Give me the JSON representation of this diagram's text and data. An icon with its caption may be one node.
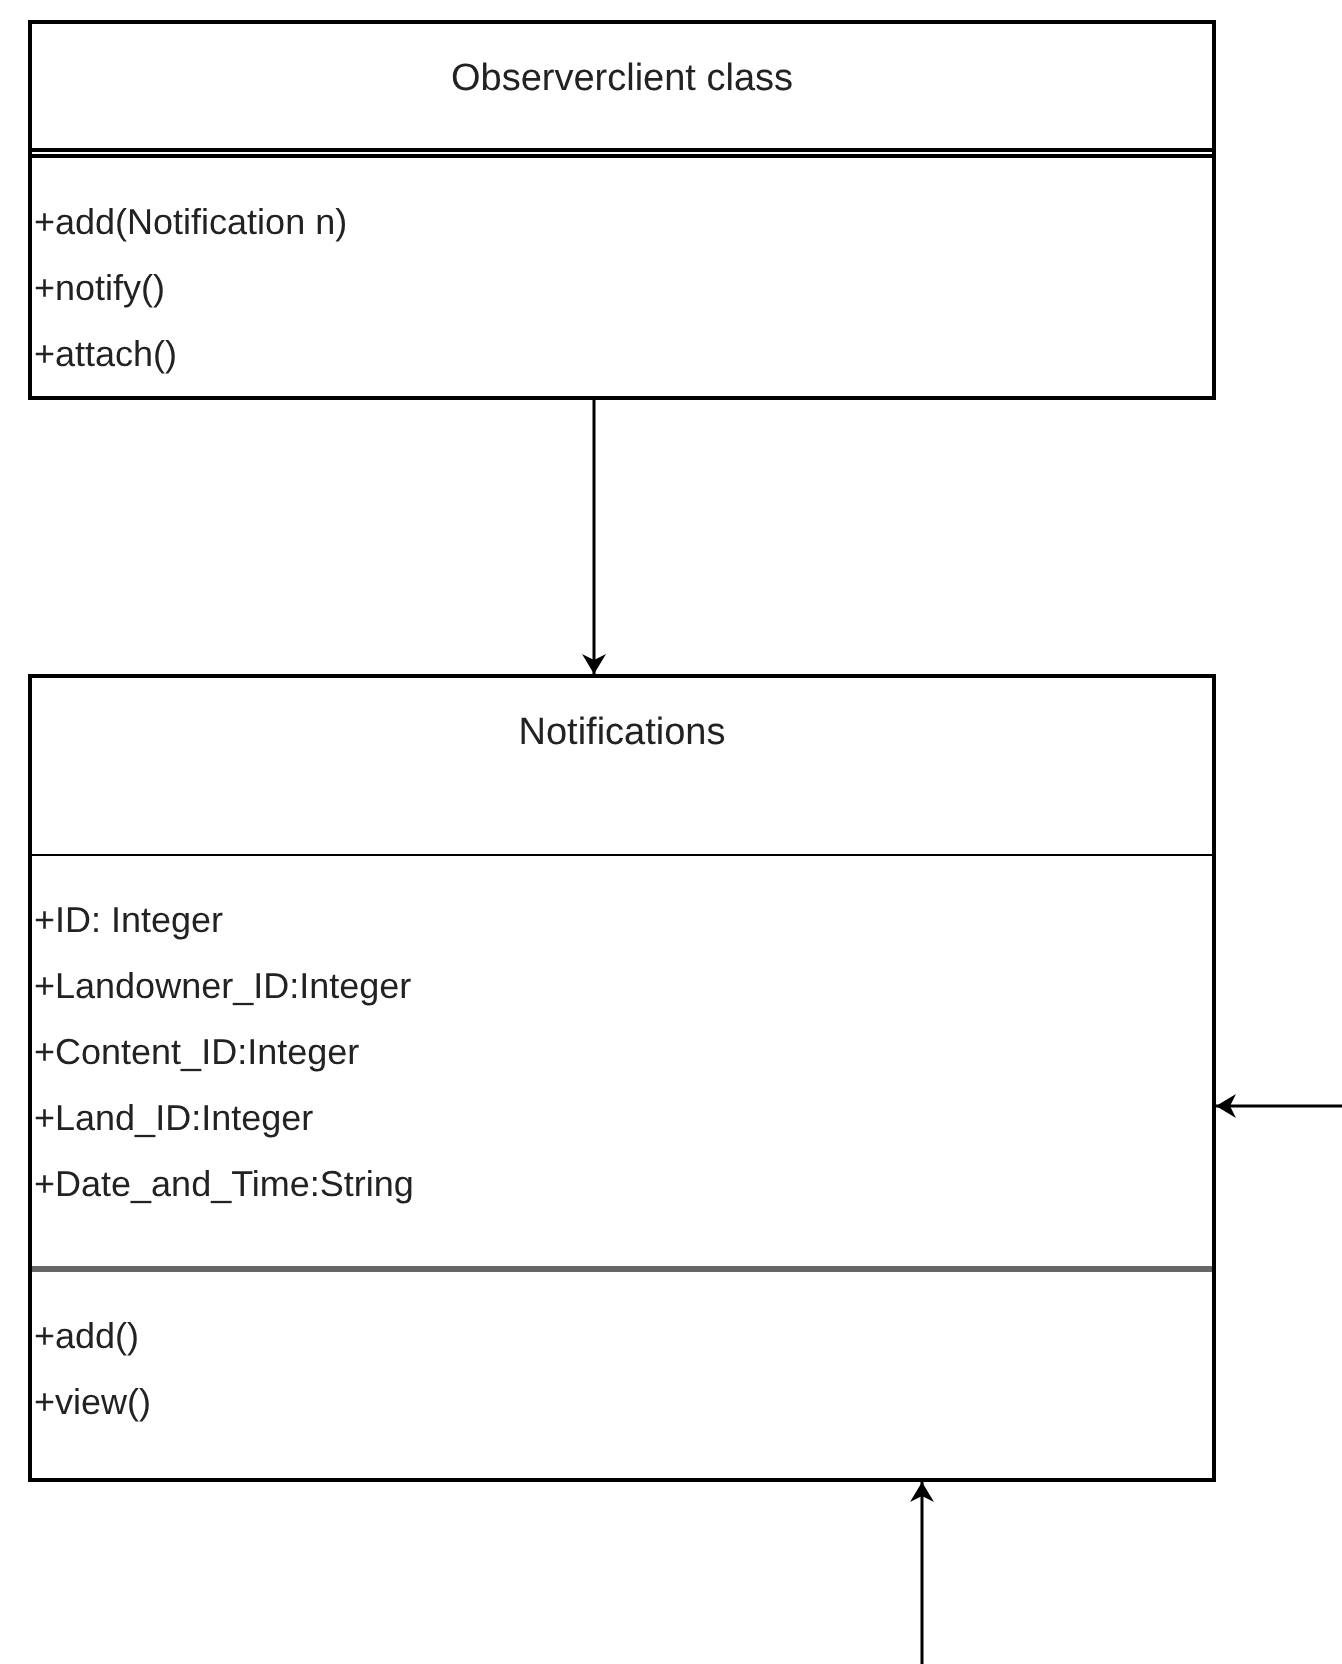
{
  "diagram": {
    "nodes": [
      {
        "text": [
          "Observerclient class",
          "+add(Notification n)",
          "+notify()",
          "+attach()"
        ]
      },
      {
        "text": [
          "Notifications",
          "+ID: Integer",
          "+Landowner_ID:Integer",
          "+Content_ID:Integer",
          "+Land_ID:Integer",
          "+Date_and_Time:String",
          "+add()",
          "+view()"
        ]
      }
    ],
    "edges": [
      {
        "from": 0,
        "to": 1,
        "arrow": "to"
      },
      {
        "from": null,
        "to": 1,
        "arrow": "to"
      },
      {
        "from": null,
        "to": 1,
        "arrow": "to"
      }
    ]
  }
}
